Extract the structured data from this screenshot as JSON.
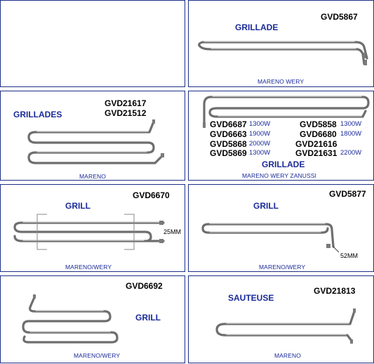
{
  "cells": {
    "c1": {
      "codes": [],
      "title": "",
      "maker": ""
    },
    "c2": {
      "codes": [
        "GVD5867"
      ],
      "title": "GRILLADE",
      "maker": "MARENO WERY"
    },
    "c3": {
      "codes": [
        "GVD21617",
        "GVD21512"
      ],
      "title": "GRILLADES",
      "maker": "MARENO"
    },
    "c4": {
      "title": "GRILLADE",
      "maker": "MARENO WERY ZANUSSI",
      "left_rows": [
        {
          "code": "GVD6687",
          "watt": "1300W"
        },
        {
          "code": "GVD6663",
          "watt": "1900W"
        },
        {
          "code": "GVD5868",
          "watt": "2000W"
        },
        {
          "code": "GVD5869",
          "watt": "1300W"
        }
      ],
      "right_rows": [
        {
          "code": "GVD5858",
          "watt": "1300W"
        },
        {
          "code": "GVD6680",
          "watt": "1800W"
        },
        {
          "code": "GVD21616",
          "watt": ""
        },
        {
          "code": "GVD21631",
          "watt": "2200W"
        }
      ]
    },
    "c5": {
      "codes": [
        "GVD6670"
      ],
      "title": "GRILL",
      "maker": "MARENO/WERY",
      "dimension": "25MM"
    },
    "c6": {
      "codes": [
        "GVD5877"
      ],
      "title": "GRILL",
      "maker": "MARENO/WERY",
      "dimension": "52MM"
    },
    "c7": {
      "codes": [
        "GVD6692"
      ],
      "title": "GRILL",
      "maker": "MARENO/WERY"
    },
    "c8": {
      "codes": [
        "GVD21813"
      ],
      "title": "SAUTEUSE",
      "maker": "MARENO"
    }
  },
  "colors": {
    "border": "#1f2f86",
    "title": "#1a2a9a",
    "element": "#6e6e6e"
  }
}
